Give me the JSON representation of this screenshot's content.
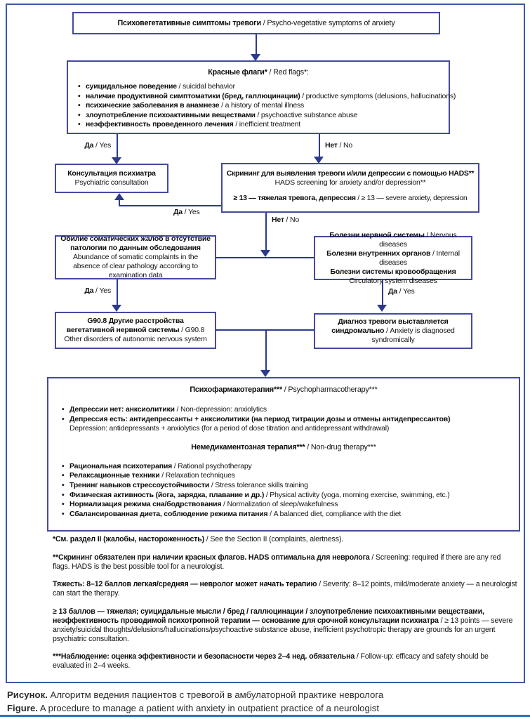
{
  "labels": {
    "yes_ru": "Да",
    "yes_en": " / Yes",
    "no_ru": "Нет",
    "no_en": " / No"
  },
  "flowchart": {
    "top_box": {
      "ru": "Психовегетативные симптомы тревоги",
      "en": " / Psycho-vegetative symptoms of anxiety"
    },
    "red_flags": {
      "title_ru": "Красные флаги*",
      "title_en": " / Red flags*:",
      "items": [
        {
          "ru": "суицидальное поведение",
          "en": " / suicidal behavior"
        },
        {
          "ru": "наличие продуктивной симптоматики (бред, галлюцинации)",
          "en": " / productive symptoms (delusions, hallucinations)"
        },
        {
          "ru": "психические заболевания в анамнезе",
          "en": " / a history of mental illness"
        },
        {
          "ru": "злоупотребление психоактивными веществами",
          "en": " / psychoactive substance abuse"
        },
        {
          "ru": "неэффективность проведенного лечения",
          "en": " / inefficient treatment"
        }
      ]
    },
    "psych_box": {
      "ru": "Консультация психиатра",
      "en": "Psychiatric consultation"
    },
    "hads_box": {
      "ru": "Скрининг для выявления тревоги и/или депрессии с помощью HADS**",
      "en": "HADS screening for anxiety and/or depression**",
      "score_ru": "≥ 13 — тяжелая тревога, депрессия",
      "score_en": " / ≥ 13 — severe anxiety, depression"
    },
    "somatic_box": {
      "ru": "Обилие соматических жалоб в отсутствие патологии по данным обследования",
      "en": " Abundance of somatic complaints in the absence of clear pathology according to examination data"
    },
    "diseases_box": {
      "lines": [
        {
          "ru": "Болезни нервной системы",
          "en": " / Nervous diseases"
        },
        {
          "ru": "Болезни внутренних органов",
          "en": " / Internal diseases"
        },
        {
          "ru": "Болезни системы кровообращения",
          "en": ""
        },
        {
          "ru": "",
          "en": "Circulatory system diseases"
        }
      ]
    },
    "g908_box": {
      "ru": "G90.8 Другие расстройства вегетативной нервной системы",
      "en": " / G90.8 Other disorders of autonomic nervous system"
    },
    "syndromic_box": {
      "ru": "Диагноз тревоги выставляется синдромально",
      "en": " / Anxiety is diagnosed syndromically"
    },
    "therapy_box": {
      "pharma_title_ru": "Психофармакотерапия***",
      "pharma_title_en": " / Psychopharmacotherapy***",
      "pharma_items": [
        {
          "ru": "Депрессии нет: анксиолитики",
          "en": " / Non-depression: anxiolytics"
        },
        {
          "ru": "Депрессия есть: антидепрессанты + анксиолитики (на период титрации дозы и отмены антидепрессантов)",
          "en": ""
        }
      ],
      "pharma_item2_en": "Depression: antidepressants + anxiolytics (for a period of dose titration and antidepressant withdrawal)",
      "nondrug_title_ru": "Немедикаментозная терапия***",
      "nondrug_title_en": " / Non-drug therapy***",
      "nondrug_items": [
        {
          "ru": "Рациональная психотерапия",
          "en": " / Rational psychotherapy"
        },
        {
          "ru": "Релаксационные техники",
          "en": " / Relaxation techniques"
        },
        {
          "ru": "Тренинг навыков стрессоустойчивости",
          "en": " / Stress tolerance skills training"
        },
        {
          "ru": "Физическая активность (йога, зарядка, плавание и др.)",
          "en": " / Physical activity (yoga, morning exercise, swimming, etc.)"
        },
        {
          "ru": "Нормализация режима сна/бодрствования",
          "en": " / Normalization of sleep/wakefulness"
        },
        {
          "ru": "Сбалансированная диета, соблюдение режима питания",
          "en": " / A balanced diet, compliance with the diet"
        }
      ]
    }
  },
  "footnotes": [
    {
      "bold": "*См. раздел II (жалобы, настороженность)",
      "text": " / See the Section II (complaints, alertness)."
    },
    {
      "bold": "**Скрининг обязателен при наличии красных флагов. HADS оптимальна для невролога",
      "text": " / Screening: required if there are any red flags. HADS is the best possible tool for a neurologist."
    },
    {
      "bold": "Тяжесть: 8–12 баллов легкая/средняя — невролог может начать терапию",
      "text": " / Severity: 8–12 points, mild/moderate anxiety — a neurologist can start the therapy."
    },
    {
      "bold": "≥ 13 баллов — тяжелая; суицидальные мысли / бред / галлюцинации / злоупотребление психоактивными веществами, неэффективность проводимой психотропной терапии — основание для срочной консультации психиатра",
      "text": " / ≥ 13 points — severe anxiety/suicidal thoughts/delusions/hallucinations/psychoactive substance abuse, inefficient psychotropic therapy are grounds for an urgent psychiatric consultation."
    },
    {
      "bold": "***Наблюдение: оценка эффективности и безопасности через 2–4 нед. обязательна",
      "text": " / Follow-up: efficacy and safety should be evaluated in 2–4 weeks."
    }
  ],
  "caption": {
    "label_ru": "Рисунок.",
    "text_ru": " Алгоритм ведения пациентов с тревогой в амбулаторной практике невролога",
    "label_en": "Figure.",
    "text_en": " A procedure to manage a patient with anxiety in outpatient practice of a neurologist"
  },
  "colors": {
    "frame": "#3a5aa6",
    "box_border": "#4649a0",
    "line": "#2c3a8e",
    "caption_rule": "#2e74b5"
  }
}
